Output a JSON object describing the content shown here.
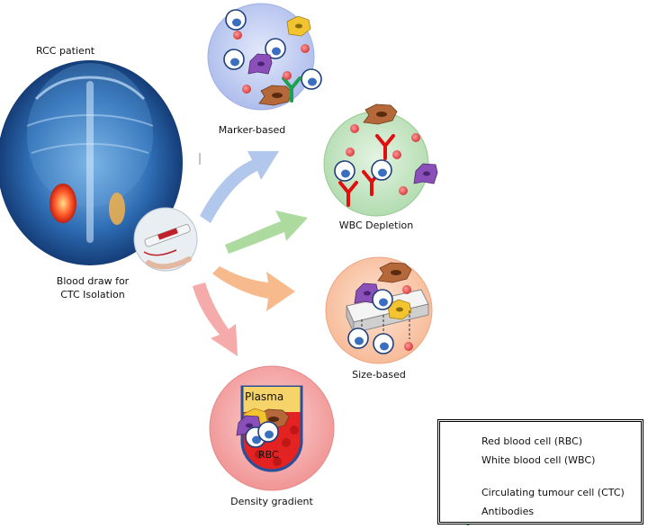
{
  "labels": {
    "patient": "RCC patient",
    "blood_draw_line1": "Blood draw for",
    "blood_draw_line2": "CTC Isolation",
    "marker": "Marker-based",
    "wbc_depletion": "WBC Depletion",
    "size": "Size-based",
    "density": "Density gradient",
    "plasma": "Plasma",
    "rbc": "RBC"
  },
  "legend": {
    "items": [
      {
        "label": "Red blood cell (RBC)",
        "icon": "rbc-icon"
      },
      {
        "label": "White blood cell (WBC)",
        "icon": "wbc-icon"
      },
      {
        "label": "Circulating tumour cell (CTC)",
        "icon": "ctc-icon"
      },
      {
        "label": "Antibodies",
        "icon": "antibody-icon"
      }
    ]
  },
  "colors": {
    "rbc": "#e05555",
    "wbc_fill": "#ffffff",
    "wbc_nucleus": "#3a6fc0",
    "wbc_border": "#1f3f7a",
    "ctc_brown": "#b5683a",
    "ctc_purple": "#8a4fb8",
    "ctc_yellow": "#f2c530",
    "antibody_red": "#e01010",
    "antibody_green": "#1ea050",
    "marker_bg": "#b8c6ee",
    "wbc_depletion_bg": "#bfe2bd",
    "size_bg": "#f9c7a8",
    "density_bg": "#f3a2a2",
    "arrow_blue": "#a9c1ea",
    "arrow_green": "#a9d99a",
    "arrow_orange": "#f7b687",
    "arrow_pink": "#f5a6a6"
  }
}
